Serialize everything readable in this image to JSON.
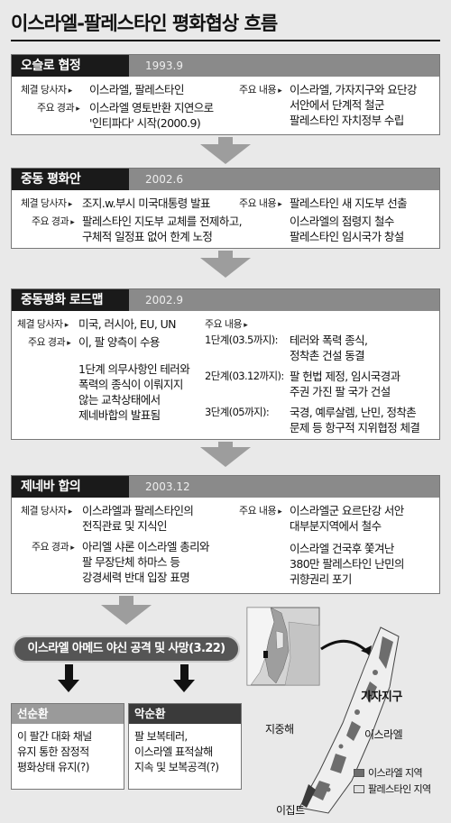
{
  "title": "이스라엘-팔레스타인 평화협상 흐름",
  "sections": [
    {
      "name": "오슬로 협정",
      "date": "1993.9",
      "label_parties": "체결 당사자",
      "parties": [
        "이스라엘, 팔레스타인"
      ],
      "label_process": "주요 경과",
      "process": [
        "이스라엘 영토반환 지연으로",
        "'인티파다' 시작(2000.9)"
      ],
      "label_content": "주요 내용",
      "content": [
        "이스라엘, 가자지구와 요단강",
        "서안에서 단계적 철군",
        "팔레스타인 자치정부 수립"
      ]
    },
    {
      "name": "중동 평화안",
      "date": "2002.6",
      "label_parties": "체결 당사자",
      "parties": [
        "조지.w.부시 미국대통령 발표"
      ],
      "label_process": "주요 경과",
      "process": [
        "팔레스타인 지도부 교체를 전제하고,",
        "구체적 일정표 없어 한계 노정"
      ],
      "label_content": "주요 내용",
      "content": [
        "팔레스타인 새 지도부 선출",
        "이스라엘의 점령지 철수",
        "팔레스타인 임시국가 창설"
      ]
    },
    {
      "name": "중동평화 로드맵",
      "date": "2002.9",
      "label_parties": "체결 당사자",
      "parties": [
        "미국, 러시아, EU, UN"
      ],
      "label_process": "주요 경과",
      "process": [
        "이, 팔 양측이 수용"
      ],
      "process_extra": [
        "1단계 의무사항인 테러와",
        "폭력의 종식이 이뤄지지",
        "않는 교착상태에서",
        "제네바합의 발표됨"
      ],
      "label_content": "주요 내용",
      "stages": [
        {
          "label": "1단계(03.5까지):",
          "lines": [
            "테러와 폭력 종식,",
            "정착촌 건설 동결"
          ]
        },
        {
          "label": "2단계(03.12까지):",
          "lines": [
            "팔 헌법 제정, 임시국경과",
            "주권 가진 팔 국가 건설"
          ]
        },
        {
          "label": "3단계(05까지):",
          "lines": [
            "국경, 예루살렘, 난민, 정착촌",
            "문제 등 항구적 지위협정 체결"
          ]
        }
      ]
    },
    {
      "name": "제네바 합의",
      "date": "2003.12",
      "label_parties": "체결 당사자",
      "parties": [
        "이스라엘과 팔레스타인의",
        "전직관료 및 지식인"
      ],
      "label_process": "주요 경과",
      "process": [
        "아리엘 샤론 이스라엘 총리와",
        "팔 무장단체 하마스 등",
        "강경세력 반대 입장 표명"
      ],
      "label_content": "주요 내용",
      "content": [
        "이스라엘군 요르단강 서안",
        "대부분지역에서 철수"
      ],
      "content_extra": [
        "이스라엘 건국후 쫓겨난",
        "380만 팔레스타인 난민의",
        "귀향권리 포기"
      ]
    }
  ],
  "event": "이스라엘 아메드 야신 공격 및 사망(3.22)",
  "scenarios": [
    {
      "title": "선순환",
      "lines": [
        "이 팔간 대화 채널",
        "유지 통한 잠정적",
        "평화상태 유지(?)"
      ]
    },
    {
      "title": "악순환",
      "lines": [
        "팔 보복테러,",
        "이스라엘 표적살해",
        "지속 및 보복공격(?)"
      ]
    }
  ],
  "map": {
    "gaza": "가자지구",
    "sea": "지중해",
    "israel": "이스라엘",
    "egypt": "이집트",
    "legend": [
      {
        "label": "이스라엘 지역",
        "color": "#6d6d6d"
      },
      {
        "label": "팔레스타인 지역",
        "color": "#e2e2e2"
      }
    ]
  }
}
